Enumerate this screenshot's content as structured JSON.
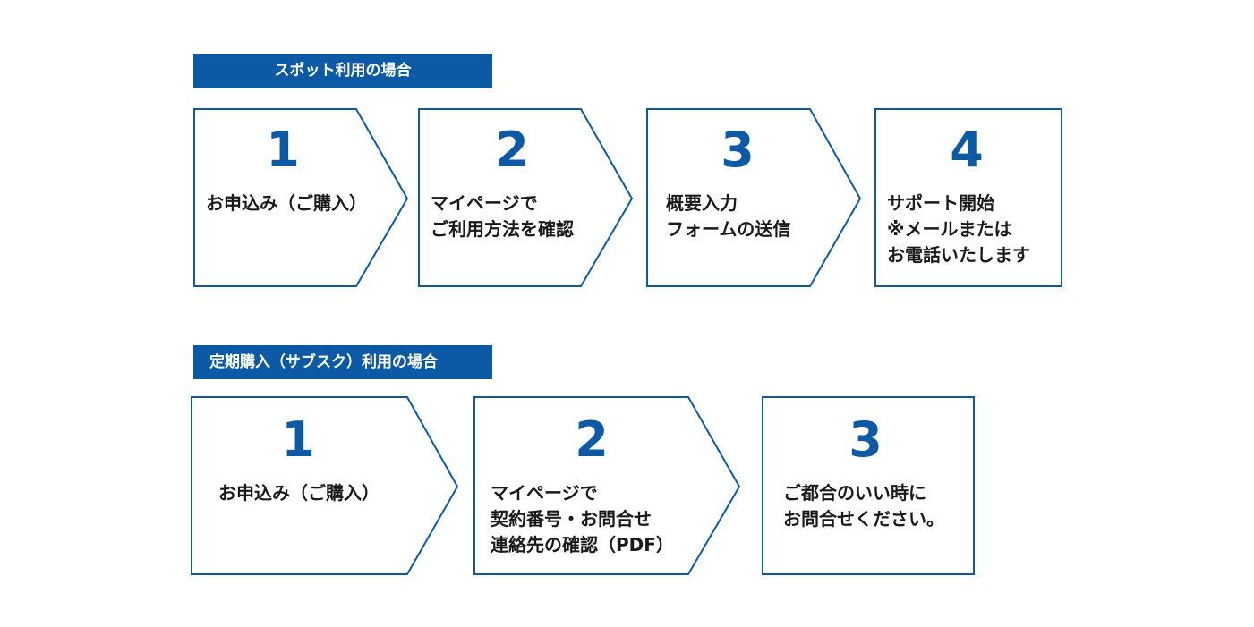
{
  "spot": {
    "title": "スポット利用の場合",
    "steps": [
      {
        "number": "1",
        "lines": [
          "お申込み（ご購入）"
        ]
      },
      {
        "number": "2",
        "lines": [
          "マイページで",
          "ご利用方法を確認"
        ]
      },
      {
        "number": "3",
        "lines": [
          "概要入力",
          "フォームの送信"
        ]
      },
      {
        "number": "4",
        "lines": [
          "サポート開始",
          "※メールまたは",
          "お電話いたします"
        ]
      }
    ]
  },
  "subscription": {
    "title": "定期購入（サブスク）利用の場合",
    "steps": [
      {
        "number": "1",
        "lines": [
          "お申込み（ご購入）"
        ]
      },
      {
        "number": "2",
        "lines": [
          "マイページで",
          "契約番号・お問合せ",
          "連絡先の確認（PDF）"
        ]
      },
      {
        "number": "3",
        "lines": [
          "ご都合のいい時に",
          "お問合せください。"
        ]
      }
    ]
  },
  "colors": {
    "accent": "#0c5aa6",
    "text": "#1a1a1a",
    "background": "#ffffff"
  }
}
